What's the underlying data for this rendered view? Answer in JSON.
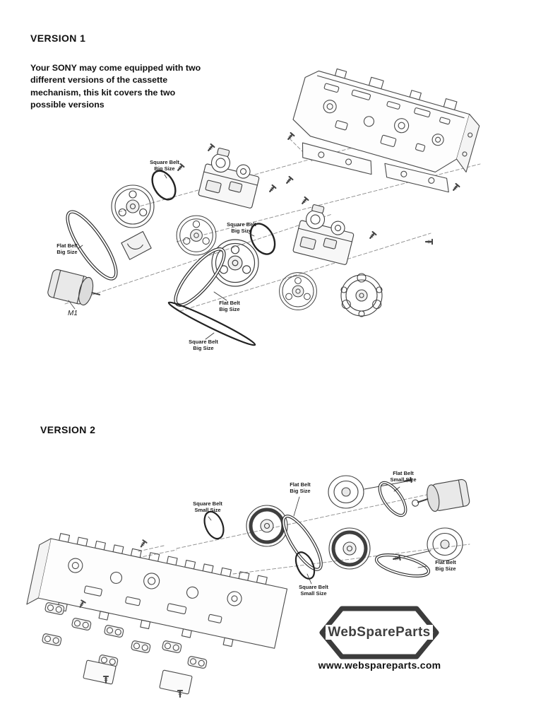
{
  "version1": {
    "title": "VERSION 1",
    "intro": "Your SONY may come equipped with two different versions of the cassette mechanism, this kit covers the two possible versions",
    "labels": {
      "square_belt_top": "Square Belt\nBig Size",
      "flat_belt_left": "Flat Belt\nBig Size",
      "motor": "M1",
      "square_belt_mid": "Square Belt\nBig Size",
      "flat_belt_mid": "Flat Belt\nBig Size",
      "square_belt_bottom": "Square Belt\nBig Size"
    }
  },
  "version2": {
    "title": "VERSION 2",
    "labels": {
      "square_belt_small_top": "Square Belt\nSmall Size",
      "flat_belt_big_top": "Flat Belt\nBig Size",
      "flat_belt_small": "Flat Belt\nSmall Size",
      "square_belt_small_bottom": "Square Belt\nSmall Size",
      "flat_belt_big_right": "Flat Belt\nBig Size"
    }
  },
  "footer": {
    "brand": "WebSpareParts",
    "website": "www.webspareparts.com"
  },
  "colors": {
    "line_art": "#3f3f3f",
    "belt": "#222222",
    "logo": "#3c3c3c",
    "text": "#101010"
  }
}
